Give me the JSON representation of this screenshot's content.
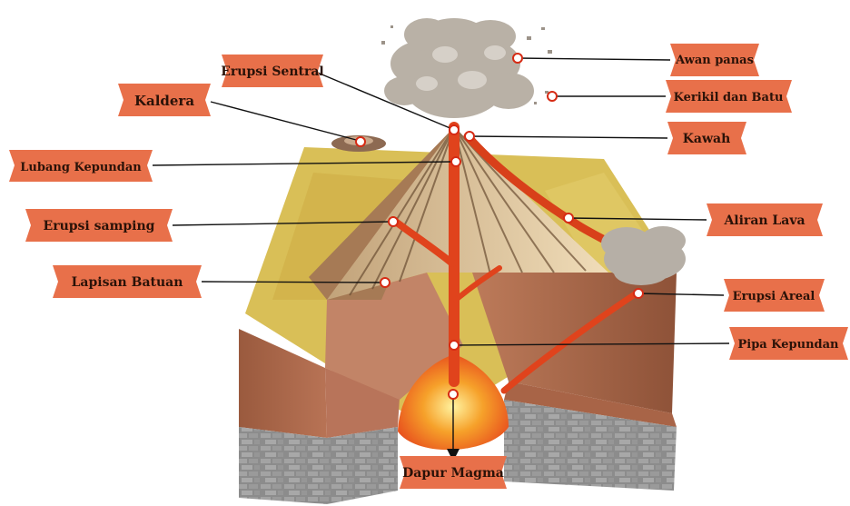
{
  "labels": {
    "erupsi_sentral": "Erupsi Sentral",
    "awan_panas": "Awan panas",
    "kaldera": "Kaldera",
    "kerikil_batu": "Kerikil dan Batu",
    "kawah": "Kawah",
    "lubang_kepundan": "Lubang Kepundan",
    "erupsi_samping": "Erupsi samping",
    "aliran_lava": "Aliran Lava",
    "lapisan_batuan": "Lapisan Batuan",
    "erupsi_areal": "Erupsi Areal",
    "pipa_kepundan": "Pipa Kepundan",
    "dapur_magma": "Dapur Magma"
  },
  "colors": {
    "label_bg": "#e8704a",
    "label_text": "#2a1208",
    "lava": "#e0431c",
    "grass": "#dcc35a",
    "soil": "#b06a4c",
    "rock": "#8e8e8e",
    "cone": "#e7cfa7",
    "ash": "#b9b1a6"
  }
}
